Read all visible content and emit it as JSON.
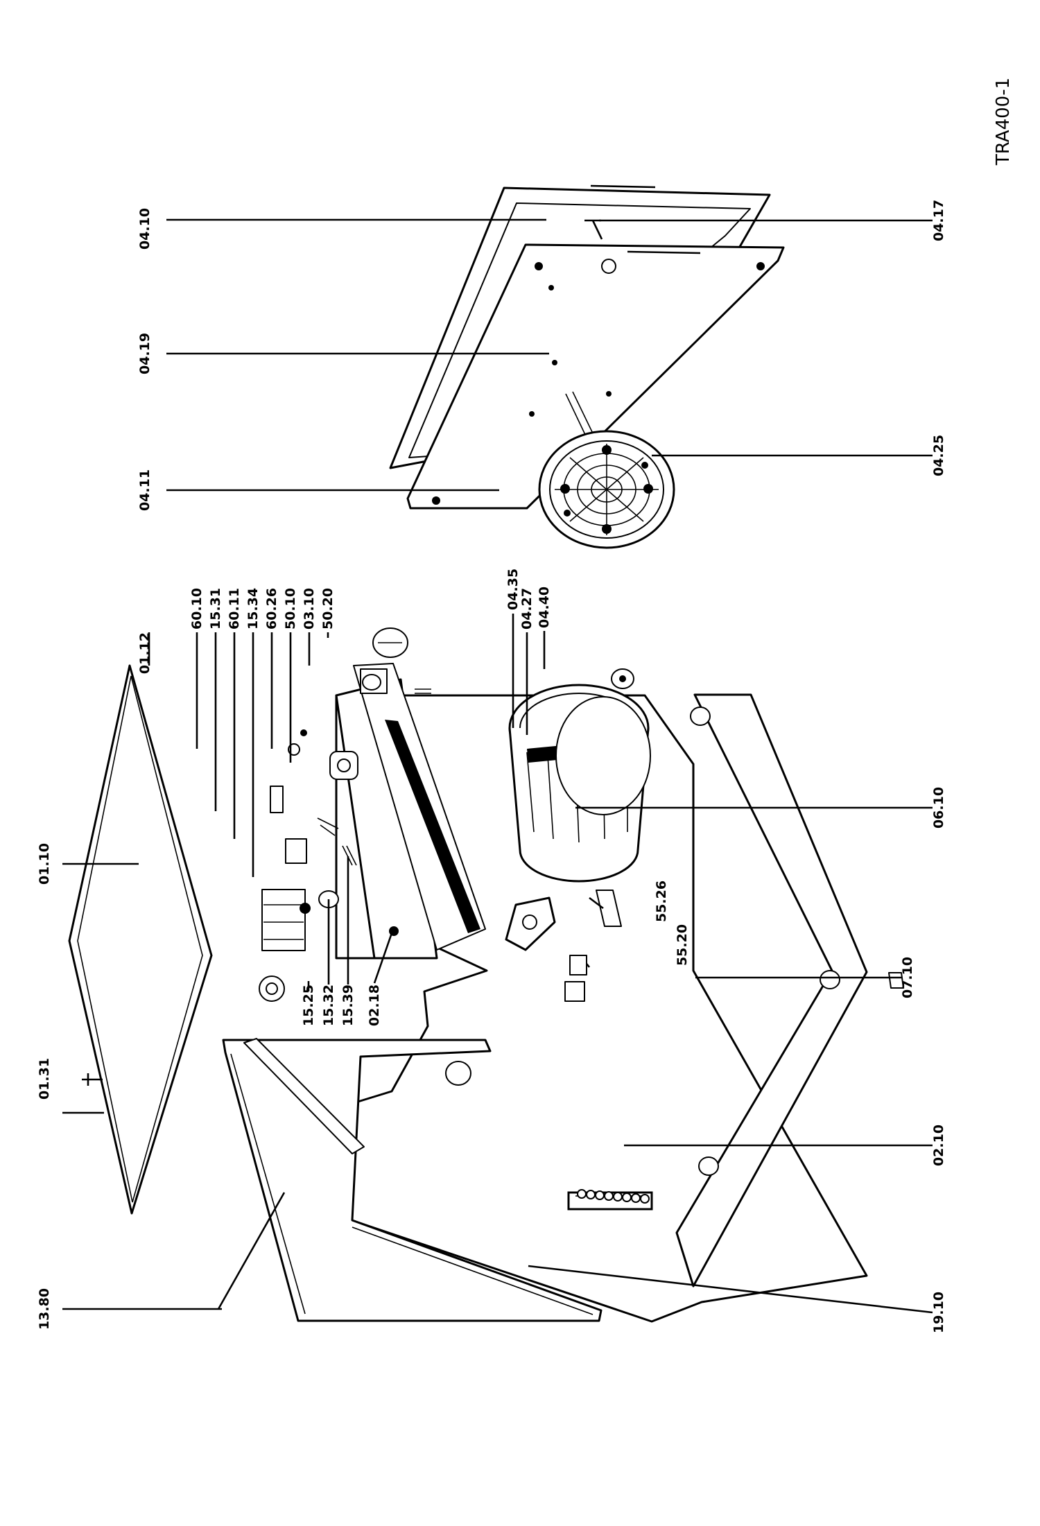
{
  "drawing_code": "TRA400-1",
  "labels": {
    "l_0410": "04.10",
    "l_0419": "04.19",
    "l_0411": "04.11",
    "l_0417": "04.17",
    "l_0425": "04.25",
    "l_0110": "01.10",
    "l_0131": "01.31",
    "l_1380": "13.80",
    "l_0112": "01.12",
    "l_6010": "60.10",
    "l_1531": "15.31",
    "l_6011": "60.11",
    "l_1534": "15.34",
    "l_6026": "60.26",
    "l_5010": "50.10",
    "l_0310": "03.10",
    "l_5020": "50.20",
    "l_0435": "04.35",
    "l_0427": "04.27",
    "l_0440": "04.40",
    "l_1525": "15.25",
    "l_1532": "15.32",
    "l_1539": "15.39",
    "l_0218": "02.18",
    "l_5526": "55.26",
    "l_5520": "55.20",
    "l_0610": "06.10",
    "l_0710": "07.10",
    "l_0210": "02.10",
    "l_1910": "19.10"
  }
}
